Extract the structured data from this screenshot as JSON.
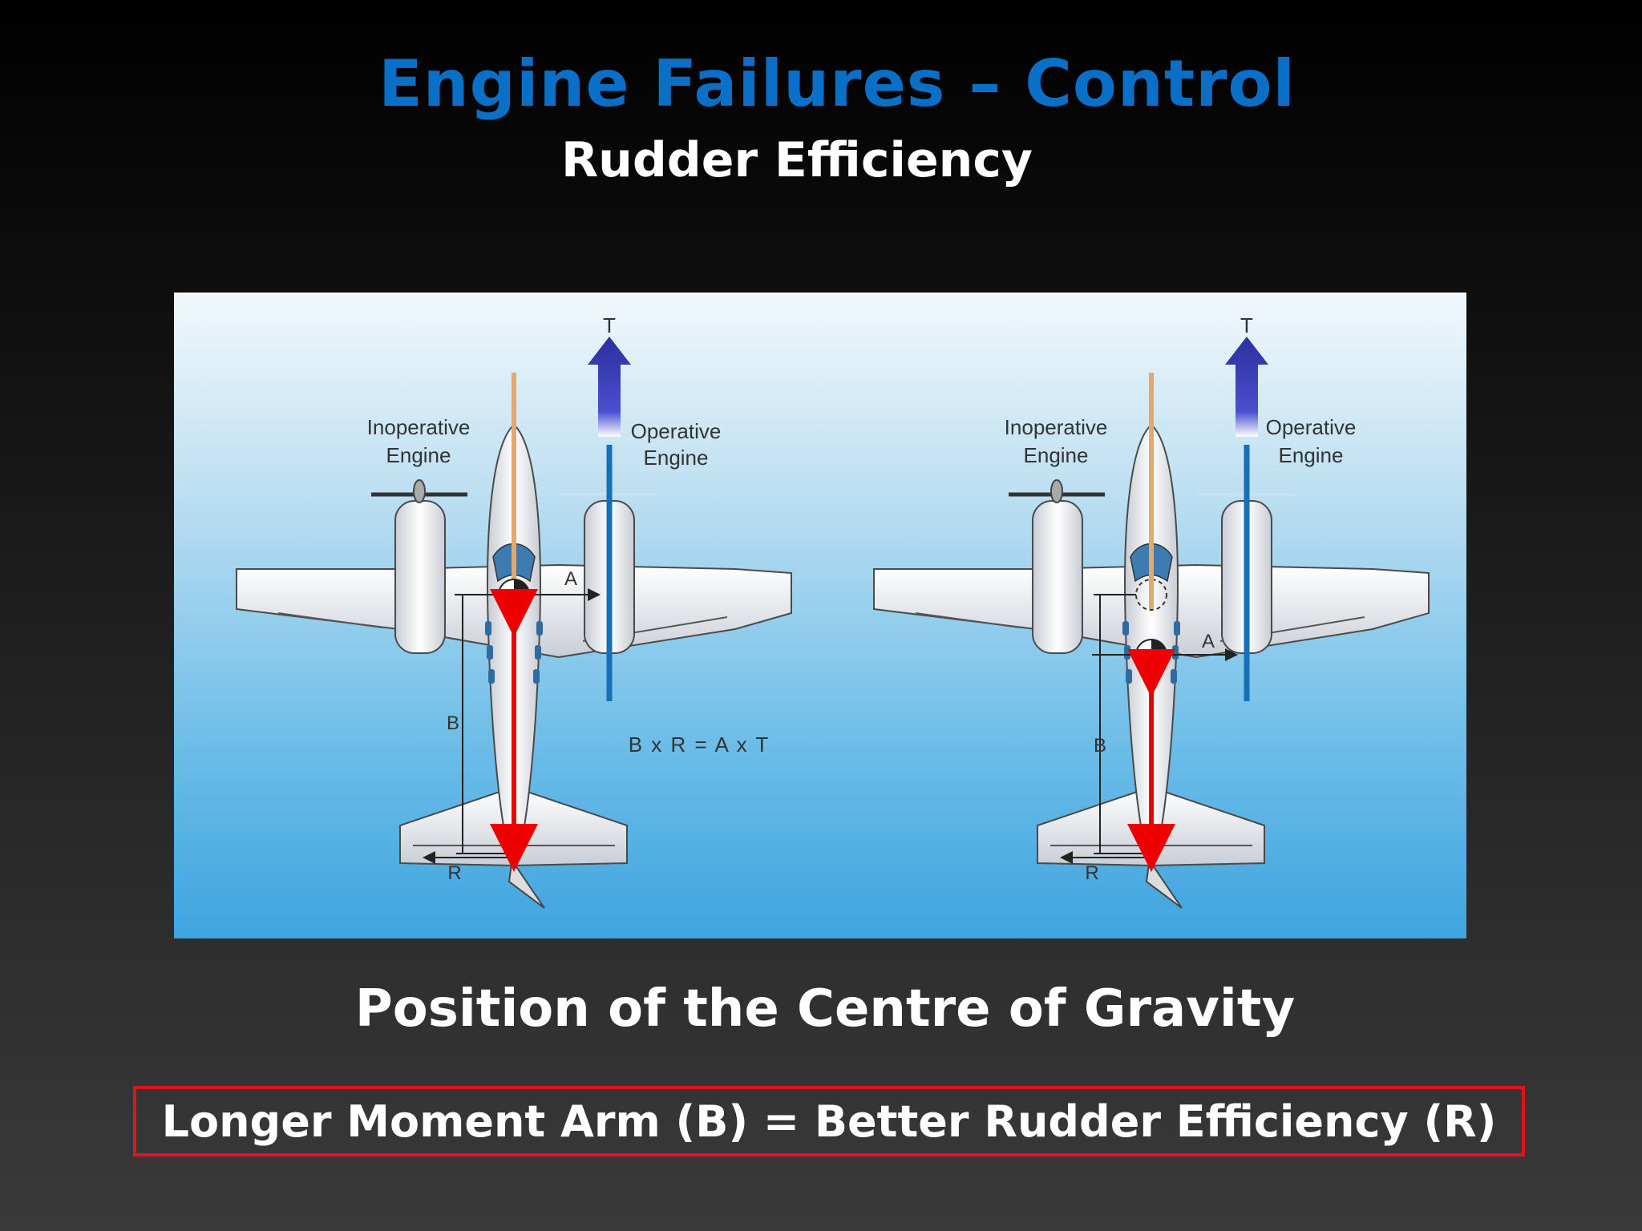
{
  "slide": {
    "title": "Engine Failures – Control",
    "subtitle": "Rudder Efficiency",
    "heading": "Position of the Centre of Gravity",
    "callout": "Longer Moment Arm (B) = Better Rudder Efficiency (R)"
  },
  "diagram": {
    "left": {
      "inoperative_line1": "Inoperative",
      "inoperative_line2": "Engine",
      "operative_line1": "Operative",
      "operative_line2": "Engine",
      "thrust_label": "T",
      "arm_a_label": "A",
      "arm_b_label": "B",
      "rudder_label": "R",
      "equation": "B x R = A x T"
    },
    "right": {
      "inoperative_line1": "Inoperative",
      "inoperative_line2": "Engine",
      "operative_line1": "Operative",
      "operative_line2": "Engine",
      "thrust_label": "T",
      "arm_a_label": "A",
      "arm_b_label": "B",
      "rudder_label": "R"
    }
  },
  "colors": {
    "title": "#0a6fc6",
    "callout_border": "#e0141a",
    "force_arrow": "#ee0000",
    "thrust_arrow": "#2c2f9c",
    "centerline": "#e6a86a",
    "thrust_line": "#1570b8"
  }
}
